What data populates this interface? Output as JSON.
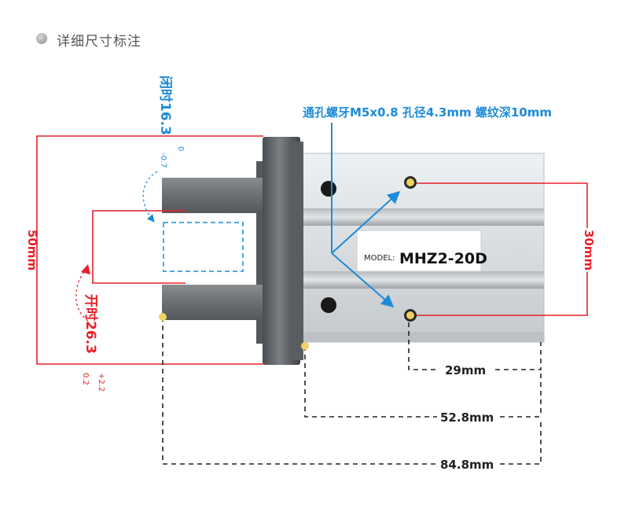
{
  "header": {
    "title": "详细尺寸标注"
  },
  "product": {
    "label_prefix": "MODEL:",
    "model": "MHZ2-20D"
  },
  "callout": {
    "text": "通孔螺牙M5x0.8  孔径4.3mm   螺纹深10mm"
  },
  "dimensions": {
    "closed_label": "闭时16.3",
    "closed_tol_upper": "0",
    "closed_tol_lower": "-0.7",
    "open_label": "开时26.3",
    "open_tol_upper": "+2.2",
    "open_tol_lower": "0.2",
    "height": "50mm",
    "hole_spacing": "30mm",
    "dim_29": "29mm",
    "dim_52": "52.8mm",
    "dim_84": "84.8mm"
  },
  "colors": {
    "red": "#e5202a",
    "blue": "#1e8bd9",
    "black": "#222222",
    "marker": "#f0d060"
  }
}
